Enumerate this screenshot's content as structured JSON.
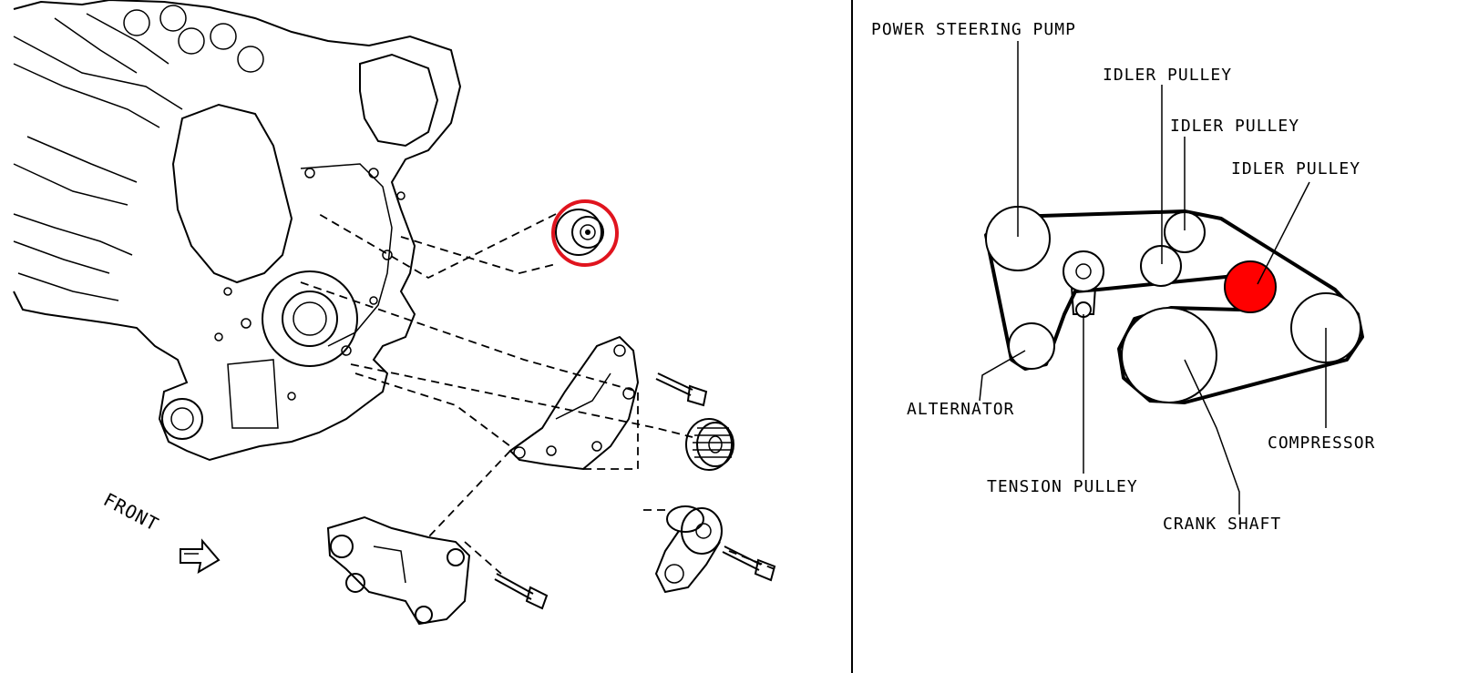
{
  "left_panel": {
    "front_label": "FRONT"
  },
  "belt_diagram": {
    "labels": {
      "power_steering_pump": "POWER STEERING PUMP",
      "idler_pulley_1": "IDLER PULLEY",
      "idler_pulley_2": "IDLER PULLEY",
      "idler_pulley_3": "IDLER PULLEY",
      "alternator": "ALTERNATOR",
      "tension_pulley": "TENSION PULLEY",
      "compressor": "COMPRESSOR",
      "crank_shaft": "CRANK SHAFT"
    },
    "highlight_color": "#ff0000"
  },
  "annotation": {
    "circle_color": "#e0141e"
  }
}
